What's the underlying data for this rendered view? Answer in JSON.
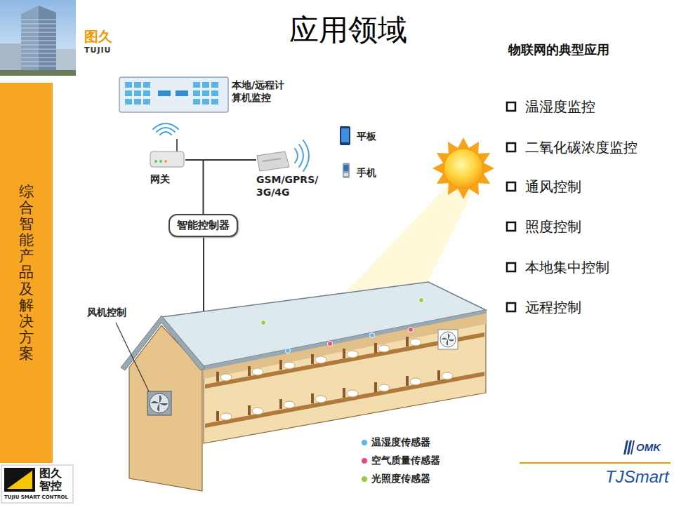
{
  "diagram": {
    "title": "应用领域",
    "nodes": [
      {
        "text": [
          "本地/远程计 算机监控"
        ]
      },
      {
        "text": [
          "网关"
        ]
      },
      {
        "text": [
          "GSM/GPRS/ 3G/4G"
        ]
      },
      {
        "text": [
          "智能控制器"
        ]
      },
      {
        "text": [
          "综合智能产品及解决方案"
        ]
      }
    ],
    "edges": [
      {
        "from": 1,
        "to": 2,
        "arrow": "none"
      },
      {
        "from": 1,
        "to": 3,
        "arrow": "none"
      }
    ],
    "labels": [
      "图久",
      "TUJIU",
      "物联网的典型应用",
      "温湿度监控",
      "二氧化碳浓度监控",
      "通风控制",
      "照度控制",
      "本地集中控制",
      "远程控制",
      "平板",
      "手机",
      "风机控制",
      "图久",
      "智控",
      "TUJIU SMART CONTROL",
      "OMK",
      "TJSmart"
    ],
    "legend": [
      {
        "text": "温湿度传感器",
        "color": "#5bb8e8"
      },
      {
        "text": "空气质量传感器",
        "color": "#e0507a"
      },
      {
        "text": "光照度传感器",
        "color": "#9ccc3c"
      }
    ]
  }
}
